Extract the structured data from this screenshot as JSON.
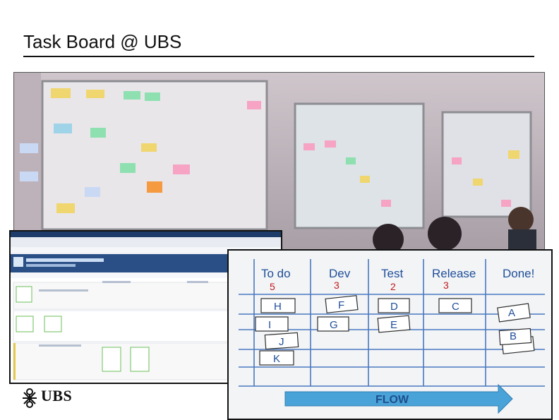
{
  "slide": {
    "title": "Task Board @ UBS"
  },
  "kanban": {
    "columns": [
      {
        "label": "To do",
        "limit": "5"
      },
      {
        "label": "Dev",
        "limit": "3"
      },
      {
        "label": "Test",
        "limit": "2"
      },
      {
        "label": "Release",
        "limit": "3"
      },
      {
        "label": "Done!",
        "limit": ""
      }
    ],
    "cards": {
      "todo": [
        "H",
        "I",
        "J",
        "K"
      ],
      "dev": [
        "F",
        "G"
      ],
      "test": [
        "D",
        "E"
      ],
      "release": [
        "C"
      ],
      "done": [
        "A",
        "B"
      ]
    },
    "flow_label": "FLOW"
  },
  "logo": {
    "text": "UBS"
  },
  "colors": {
    "kanban_line": "#4a78c0",
    "card_text": "#1f4e99",
    "limit": "#c21a1a",
    "flow_arrow": "#4aa3d8",
    "screenshot_header": "#2a4f86"
  }
}
